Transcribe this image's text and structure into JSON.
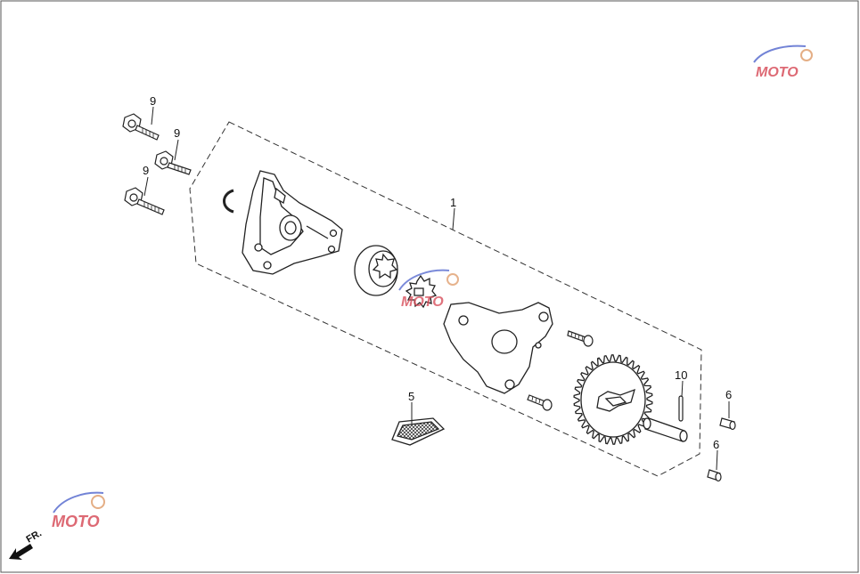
{
  "diagram": {
    "callouts": [
      {
        "id": "c9a",
        "text": "9"
      },
      {
        "id": "c9b",
        "text": "9"
      },
      {
        "id": "c9c",
        "text": "9"
      },
      {
        "id": "c1",
        "text": "1"
      },
      {
        "id": "c5",
        "text": "5"
      },
      {
        "id": "c10",
        "text": "10"
      },
      {
        "id": "c6a",
        "text": "6"
      },
      {
        "id": "c6b",
        "text": "6"
      }
    ],
    "front_indicator": "FR."
  },
  "watermark": {
    "brand": "MOTO",
    "icons": [
      "car-silhouette-icon",
      "gear-icon"
    ]
  },
  "colors": {
    "line": "#222222",
    "watermark_red": "#d8505c",
    "watermark_blue": "#5a6ed0",
    "watermark_gear": "#e0a070"
  }
}
